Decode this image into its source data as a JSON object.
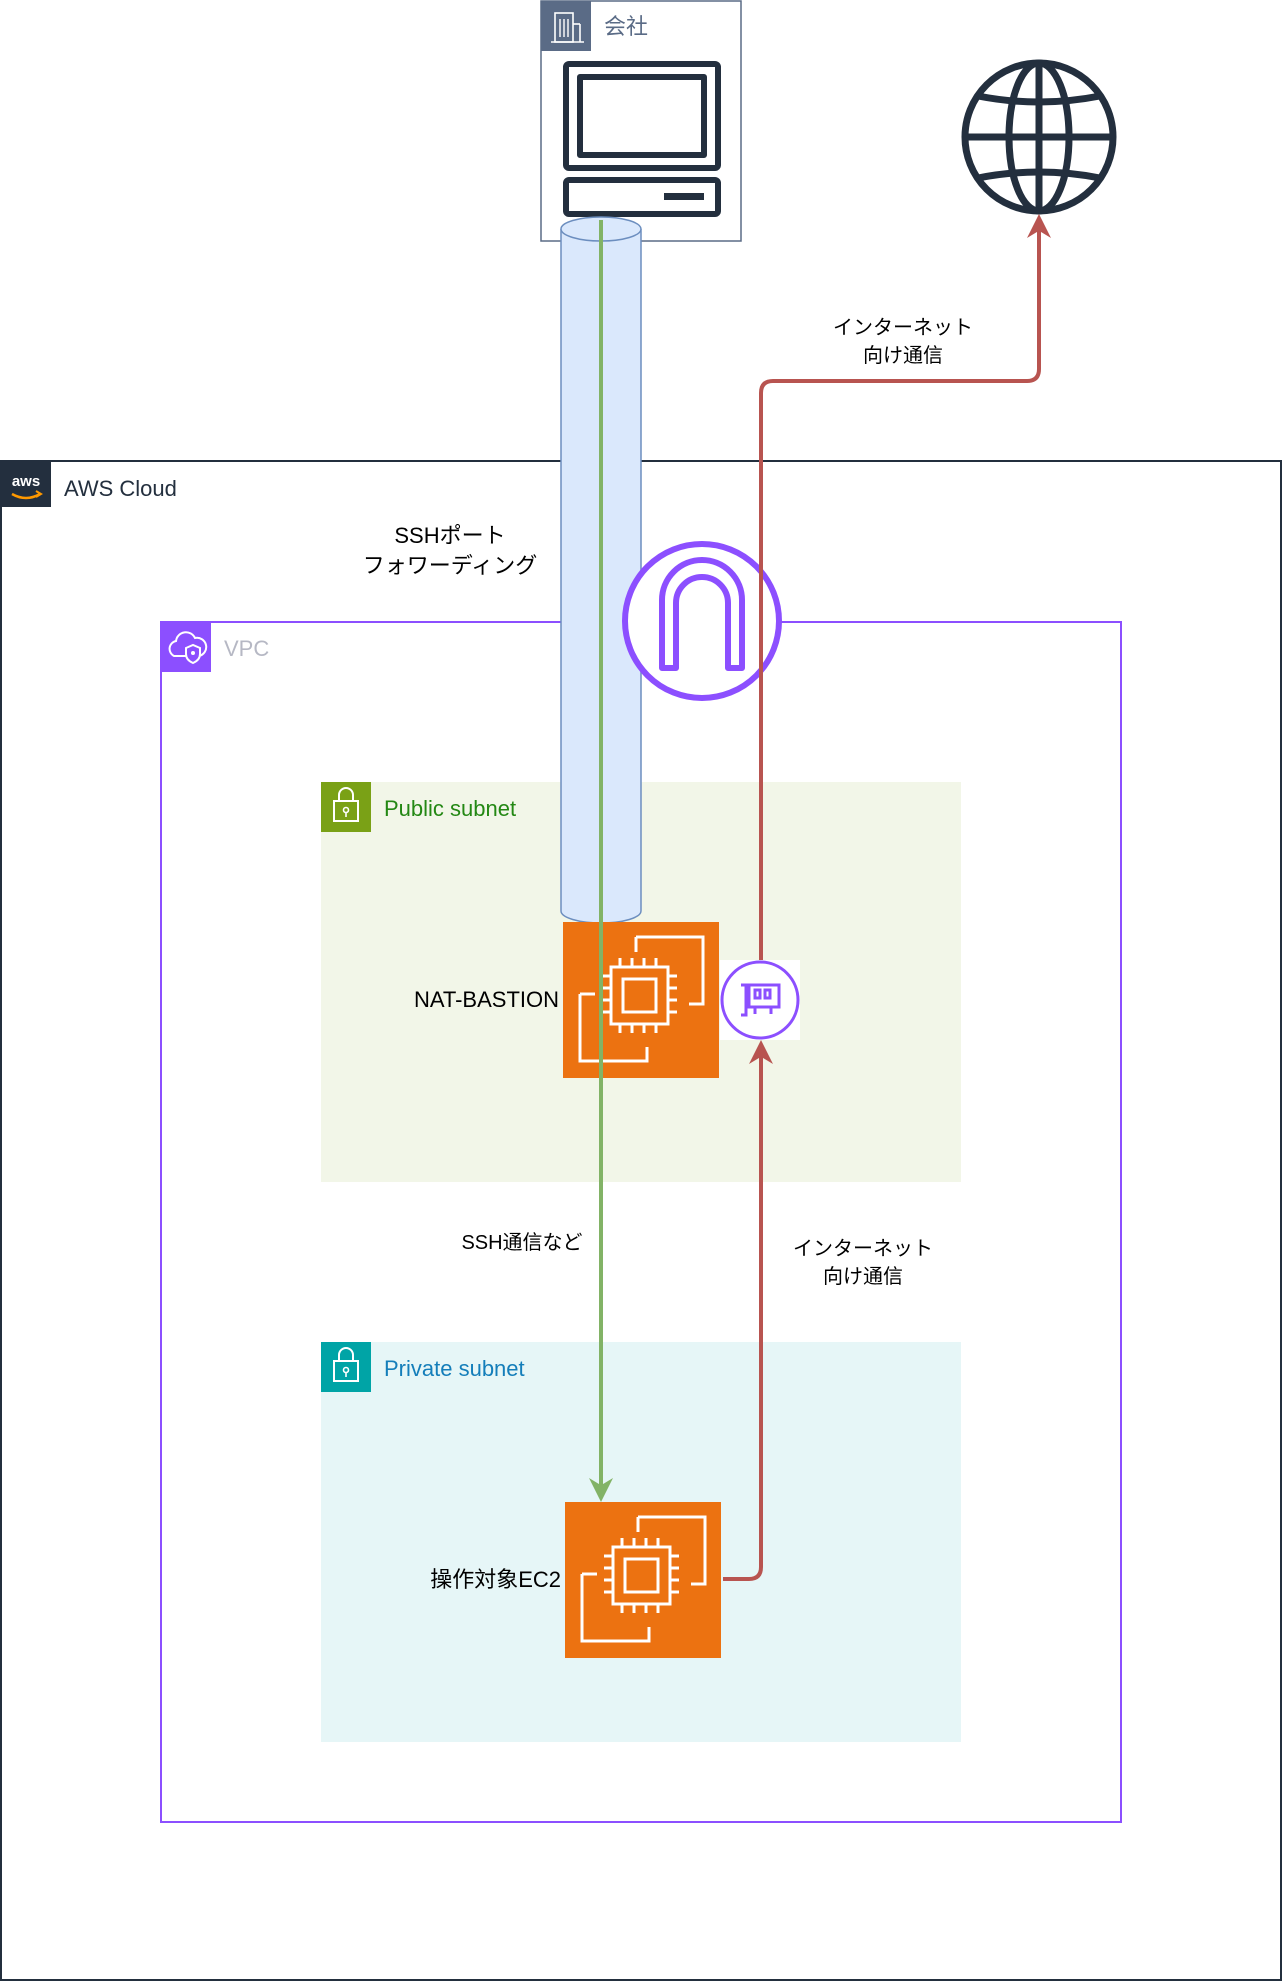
{
  "office": {
    "label": "会社"
  },
  "aws_cloud": {
    "label": "AWS Cloud"
  },
  "vpc": {
    "label": "VPC"
  },
  "public_subnet": {
    "label": "Public subnet",
    "color": "#248814",
    "bg": "#f2f6e8"
  },
  "private_subnet": {
    "label": "Private subnet",
    "color": "#147eba",
    "bg": "#e6f6f7",
    "header_color": "#00a4a6"
  },
  "nat_bastion": {
    "label": "NAT-BASTION"
  },
  "target_ec2": {
    "label": "操作対象EC2"
  },
  "ssh_forwarding": {
    "line1": "SSHポート",
    "line2": "フォワーディング"
  },
  "ssh_traffic": {
    "label": "SSH通信など"
  },
  "internet_top": {
    "line1": "インターネット",
    "line2": "向け通信"
  },
  "internet_mid": {
    "line1": "インターネット",
    "line2": "向け通信"
  },
  "icons": {
    "office": "building-icon",
    "computer": "computer-icon",
    "internet": "globe-icon",
    "igw": "internet-gateway-icon",
    "eni": "network-interface-icon",
    "ec2": "ec2-instance-icon",
    "aws": "aws-logo-icon",
    "vpc": "vpc-icon",
    "lock": "lock-icon"
  },
  "colors": {
    "ec2": "#ec7211",
    "vpc": "#8c4fff",
    "ssh_line": "#82b366",
    "internet_line": "#b85450",
    "tunnel_fill": "#dae8fc",
    "tunnel_stroke": "#6c8ebf",
    "office_border": "#5a6b86"
  }
}
